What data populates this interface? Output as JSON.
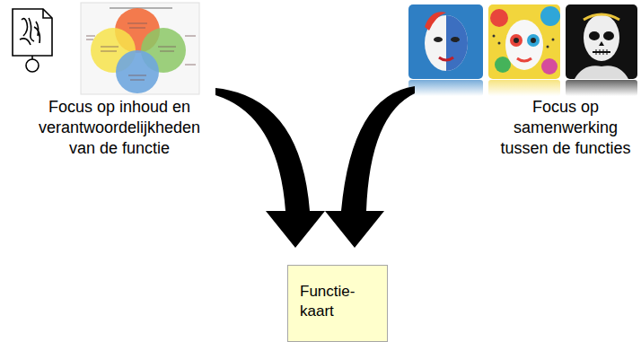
{
  "diagram": {
    "nodes": [
      {
        "text": [
          "Functie- kaart"
        ]
      }
    ],
    "labels": [
      "Focus op inhoud en verantwoordelijkheden van de functie",
      "Focus op samenwerking tussen de functies"
    ]
  }
}
